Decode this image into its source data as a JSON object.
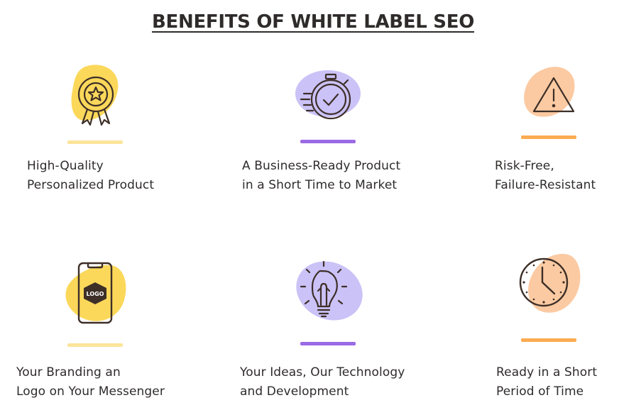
{
  "title": "BENEFITS OF WHITE LABEL SEO",
  "colors": {
    "yellow": "#fbd85a",
    "yellow_bar": "#fce49a",
    "purple": "#cbc2f7",
    "purple_bar": "#9b6ae6",
    "orange": "#fccaa2",
    "orange_bar": "#fcab52",
    "stroke": "#3d2f28"
  },
  "benefits": [
    {
      "icon": "award-medal-icon",
      "line1": "High-Quality",
      "line2": "Personalized Product"
    },
    {
      "icon": "stopwatch-check-icon",
      "line1": "A Business-Ready  Product",
      "line2": "in a Short Time to Market"
    },
    {
      "icon": "warning-triangle-icon",
      "line1": "Risk-Free,",
      "line2": "Failure-Resistant"
    },
    {
      "icon": "smartphone-logo-icon",
      "logo_text": "LOGO",
      "line1": "Your Branding an",
      "line2": "Logo on Your Messenger"
    },
    {
      "icon": "lightbulb-icon",
      "line1": "Your Ideas, Our Technology",
      "line2": "and Development"
    },
    {
      "icon": "clock-icon",
      "line1": "Ready in a Short",
      "line2": "Period of Time"
    }
  ]
}
